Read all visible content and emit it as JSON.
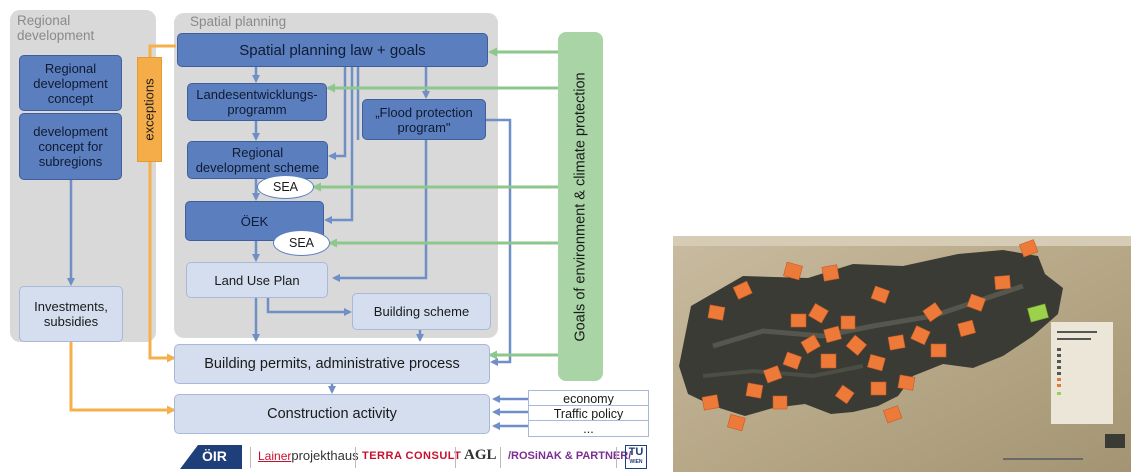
{
  "regional": {
    "title_line1": "Regional",
    "title_line2": "development",
    "concept": [
      "Regional",
      "development",
      "concept"
    ],
    "subregions": [
      "development",
      "concept for",
      "subregions"
    ],
    "investments": [
      "Investments,",
      "subsidies"
    ]
  },
  "spatial": {
    "title": "Spatial planning",
    "law": "Spatial planning law + goals",
    "landes": [
      "Landesentwicklungs-",
      "programm"
    ],
    "regional_scheme": [
      "Regional",
      "development scheme"
    ],
    "oek": "ÖEK",
    "flood": [
      "„Flood protection",
      "program\""
    ],
    "sea1": "SEA",
    "sea2": "SEA",
    "land_use": "Land Use Plan",
    "building_scheme": "Building scheme"
  },
  "exceptions": "exceptions",
  "goals": "Goals of environment & climate protection",
  "permits": "Building permits, administrative process",
  "construction": "Construction activity",
  "external": [
    "economy",
    "Traffic policy",
    "..."
  ],
  "logos": {
    "oir": "ÖIR",
    "lainer": "Lainer",
    "projekthaus": "projekthaus",
    "terra": "TERRA CONSULT",
    "agl": "AGL",
    "rosinak": "/ROSiNAK & PARTNER/",
    "tu_line1": "TU",
    "tu_line2": "WIEN"
  },
  "colors": {
    "dark_box": "#5b7fbe",
    "light_box": "#d4deef",
    "panel": "#d9d9d9",
    "orange": "#f5ad4a",
    "green": "#a9d5a6",
    "arrow_blue": "#6f8fc6",
    "arrow_green": "#8ec78b",
    "arrow_orange": "#f5b04c"
  },
  "photo": {
    "description_icon": "map-with-sticky-notes-photo"
  }
}
